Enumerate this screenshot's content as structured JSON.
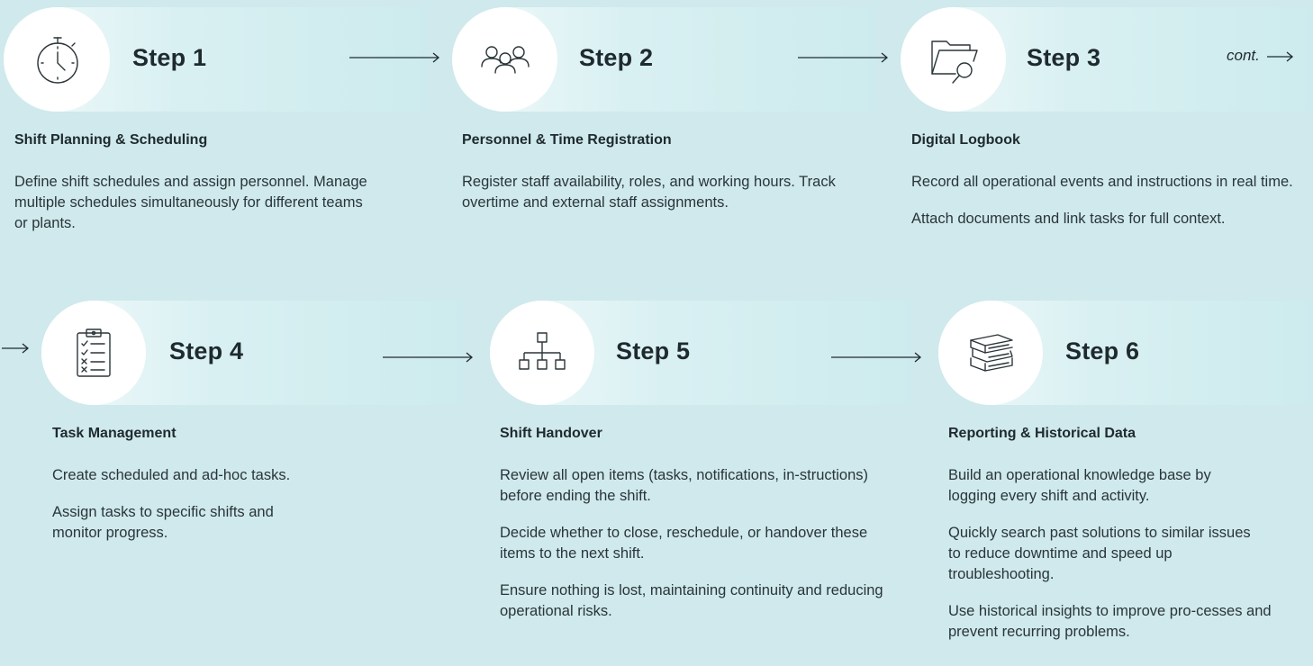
{
  "row1": {
    "continuation": "cont.",
    "steps": [
      {
        "label": "Step 1",
        "icon": "stopwatch-icon",
        "title": "Shift Planning & Scheduling",
        "paragraphs": [
          "Define shift schedules and assign personnel. Manage multiple schedules simultaneously for different teams or plants."
        ]
      },
      {
        "label": "Step 2",
        "icon": "people-icon",
        "title": "Personnel & Time Registration",
        "paragraphs": [
          "Register staff availability, roles, and working hours. Track overtime and external staff assignments."
        ]
      },
      {
        "label": "Step 3",
        "icon": "folder-search-icon",
        "title": "Digital Logbook",
        "paragraphs": [
          "Record all operational events and instructions in real time.",
          "Attach documents and link tasks for full context."
        ]
      }
    ]
  },
  "row2": {
    "steps": [
      {
        "label": "Step 4",
        "icon": "clipboard-checklist-icon",
        "title": "Task Management",
        "paragraphs": [
          "Create scheduled and ad-hoc tasks.",
          "Assign tasks to specific shifts and monitor progress."
        ]
      },
      {
        "label": "Step 5",
        "icon": "hierarchy-icon",
        "title": "Shift Handover",
        "paragraphs": [
          "Review all open items (tasks, notifications, in-structions) before ending the shift.",
          "Decide whether to close, reschedule, or handover these items to the next shift.",
          "Ensure nothing is lost, maintaining continuity and reducing operational risks."
        ]
      },
      {
        "label": "Step 6",
        "icon": "books-icon",
        "title": "Reporting & Historical Data",
        "paragraphs": [
          "Build an operational knowledge base by logging every shift and activity.",
          "Quickly search past solutions to similar issues to reduce downtime and speed up troubleshooting.",
          "Use historical insights to improve pro-cesses and prevent recurring problems."
        ]
      }
    ]
  }
}
